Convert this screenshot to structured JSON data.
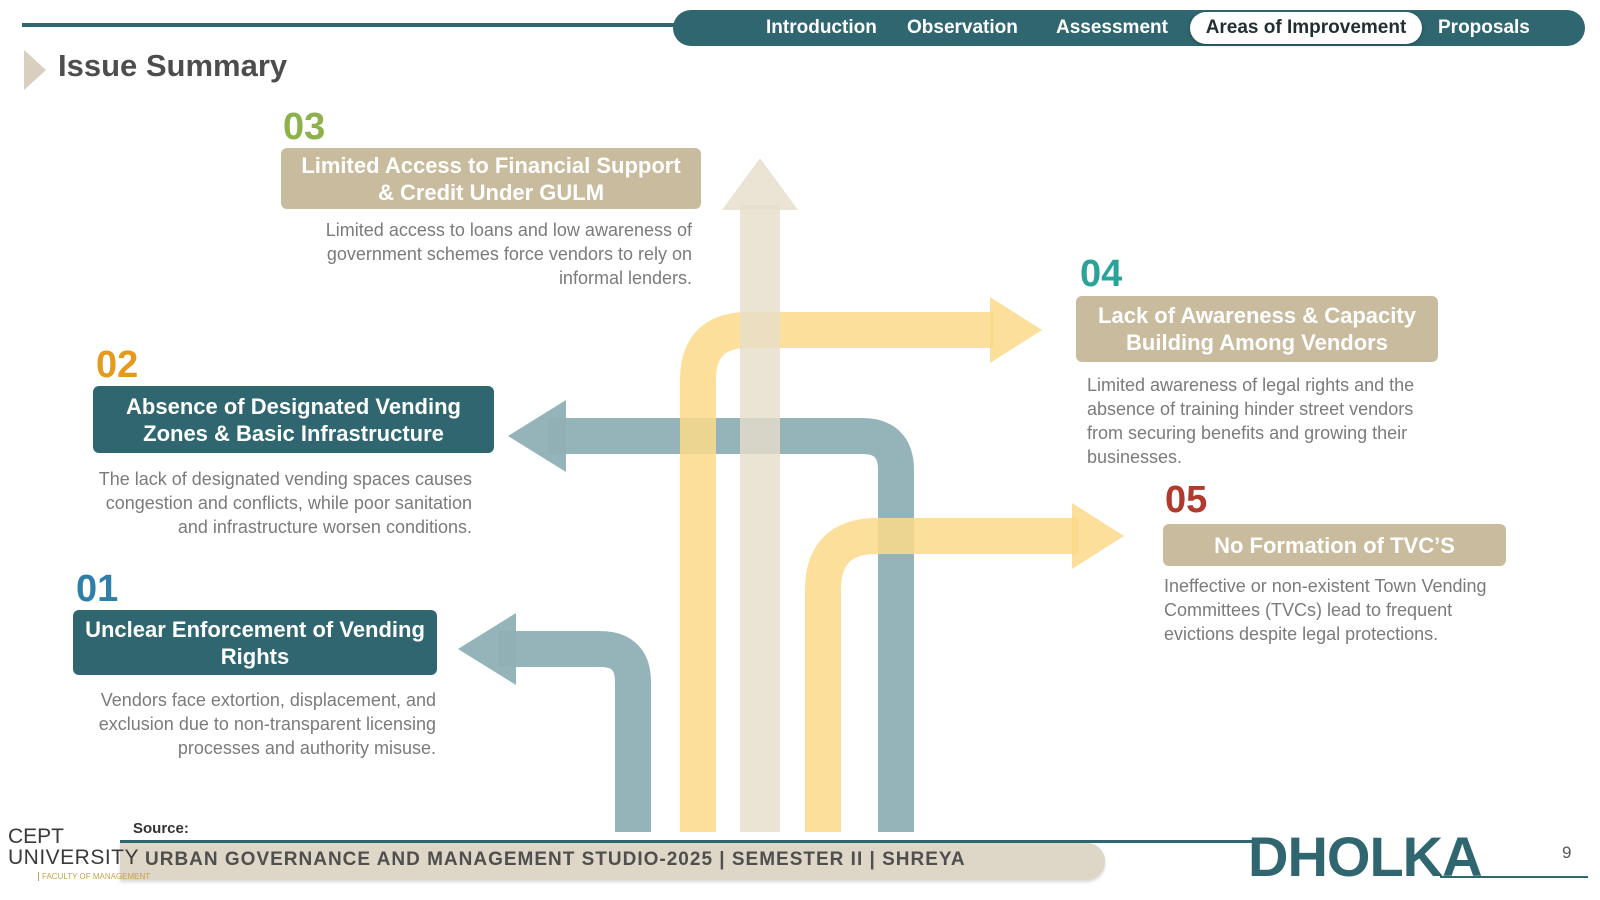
{
  "nav": {
    "items": [
      "Introduction",
      "Observation",
      "Assessment",
      "Areas of Improvement",
      "Proposals"
    ],
    "active": "Areas of Improvement"
  },
  "title": "Issue Summary",
  "issues": [
    {
      "number": "01",
      "heading": "Unclear Enforcement of Vending Rights",
      "description": "Vendors face extortion, displacement, and exclusion due to non-transparent licensing processes and authority misuse.",
      "number_color": "#2f7fa8"
    },
    {
      "number": "02",
      "heading": "Absence of Designated Vending Zones & Basic Infrastructure",
      "description": "The lack of designated vending spaces causes congestion and conflicts, while poor sanitation and infrastructure worsen conditions.",
      "number_color": "#e49a1c"
    },
    {
      "number": "03",
      "heading": "Limited Access to Financial Support & Credit Under GULM",
      "description": "Limited access to loans and low awareness of government schemes force vendors to rely on informal lenders.",
      "number_color": "#8db24a"
    },
    {
      "number": "04",
      "heading": "Lack of Awareness & Capacity Building Among Vendors",
      "description": "Limited awareness of legal rights and the absence of training hinder street vendors from securing benefits and growing their businesses.",
      "number_color": "#2aa39a"
    },
    {
      "number": "05",
      "heading": "No Formation of TVC’S",
      "description": "Ineffective or non-existent Town Vending Committees (TVCs) lead to frequent evictions despite legal protections.",
      "number_color": "#b03a2e"
    }
  ],
  "colors": {
    "teal": "#2f6670",
    "tan": "#c9bc9e",
    "arrow_teal": "#8fb0b5",
    "arrow_yellow": "#fcd98a",
    "arrow_beige": "#e6ddcb"
  },
  "footer": {
    "source_label": "Source:",
    "studio_text": "URBAN GOVERNANCE AND MANAGEMENT STUDIO-2025 | SEMESTER II | SHREYA",
    "logo_line1": "CEPT",
    "logo_line2": "UNIVERSITY",
    "logo_line3": "Faculty of Management",
    "brand": "DHOLKA",
    "page_number": "9"
  }
}
